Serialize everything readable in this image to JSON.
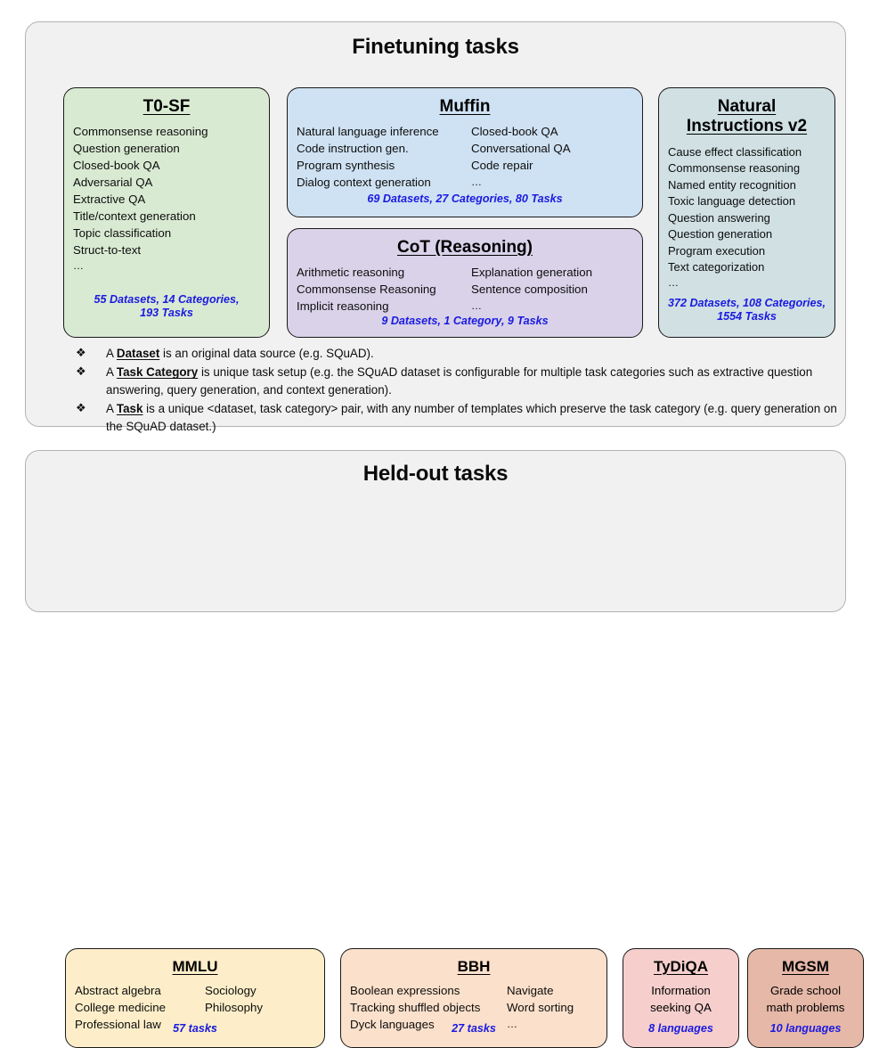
{
  "finetuning": {
    "title": "Finetuning tasks",
    "cards": [
      {
        "name": "T0-SF",
        "title": "T0-SF",
        "items_col1": [
          "Commonsense reasoning",
          "Question generation",
          "Closed-book QA",
          "Adversarial QA",
          "Extractive QA",
          "Title/context generation",
          "Topic classification",
          "Struct-to-text",
          "…"
        ],
        "items_col2": [],
        "stats": "55 Datasets, 14 Categories,\n193 Tasks",
        "color": "#d9ead3"
      },
      {
        "name": "Muffin",
        "title": "Muffin",
        "items_col1": [
          "Natural language inference",
          "Code instruction gen.",
          "Program synthesis",
          "Dialog context generation"
        ],
        "items_col2": [
          "Closed-book QA",
          "Conversational QA",
          "Code repair",
          "…"
        ],
        "stats": "69 Datasets, 27 Categories, 80 Tasks",
        "color": "#cfe2f3"
      },
      {
        "name": "CoT (Reasoning)",
        "title": "CoT (Reasoning)",
        "items_col1": [
          "Arithmetic reasoning",
          "Commonsense Reasoning",
          "Implicit reasoning"
        ],
        "items_col2": [
          "Explanation generation",
          "Sentence composition",
          "…"
        ],
        "stats": "9 Datasets, 1 Category, 9 Tasks",
        "color": "#d9d2e9"
      },
      {
        "name": "Natural Instructions v2",
        "title": "Natural\nInstructions v2",
        "items_col1": [
          "Cause effect classification",
          "Commonsense reasoning",
          "Named entity recognition",
          "Toxic language detection",
          "Question answering",
          "Question generation",
          "Program execution",
          "Text categorization",
          "…"
        ],
        "items_col2": [],
        "stats": "372 Datasets, 108 Categories,\n1554 Tasks",
        "color": "#d0e0e3"
      }
    ],
    "legend": [
      {
        "bullet": "❖",
        "pre": "A ",
        "term": "Dataset",
        "post": " is an original data source (e.g. SQuAD)."
      },
      {
        "bullet": "❖",
        "pre": "A ",
        "term": "Task Category",
        "post": " is unique task setup (e.g. the SQuAD dataset is configurable for multiple task categories such as extractive question answering, query generation, and context generation)."
      },
      {
        "bullet": "❖",
        "pre": "A ",
        "term": "Task",
        "post": " is a unique <dataset, task category> pair, with any number of templates which preserve the task category (e.g. query generation on the SQuAD dataset.)"
      }
    ]
  },
  "heldout": {
    "title": "Held-out tasks",
    "cards": [
      {
        "name": "MMLU",
        "title": "MMLU",
        "items_col1": [
          "Abstract algebra",
          "College medicine",
          "Professional law"
        ],
        "items_col2": [
          "Sociology",
          "Philosophy",
          "…"
        ],
        "stats": "57 tasks",
        "color": "#fdeec9"
      },
      {
        "name": "BBH",
        "title": "BBH",
        "items_col1": [
          "Boolean expressions",
          "Tracking shuffled objects",
          "Dyck languages"
        ],
        "items_col2": [
          "Navigate",
          "Word sorting",
          "…"
        ],
        "stats": "27 tasks",
        "color": "#fbe0cb"
      },
      {
        "name": "TyDiQA",
        "title": "TyDiQA",
        "centered": "Information\nseeking QA",
        "stats": "8 languages",
        "color": "#f6cfcd"
      },
      {
        "name": "MGSM",
        "title": "MGSM",
        "centered": "Grade school\nmath problems",
        "stats": "10 languages",
        "color": "#e6b8a8"
      }
    ]
  },
  "colors": {
    "panel_bg": "#f1f1f1",
    "panel_border": "#b3b3b3",
    "card_border": "#1a1a1a",
    "stats_text": "#1a1ae0",
    "body_text": "#0d0d0d"
  }
}
